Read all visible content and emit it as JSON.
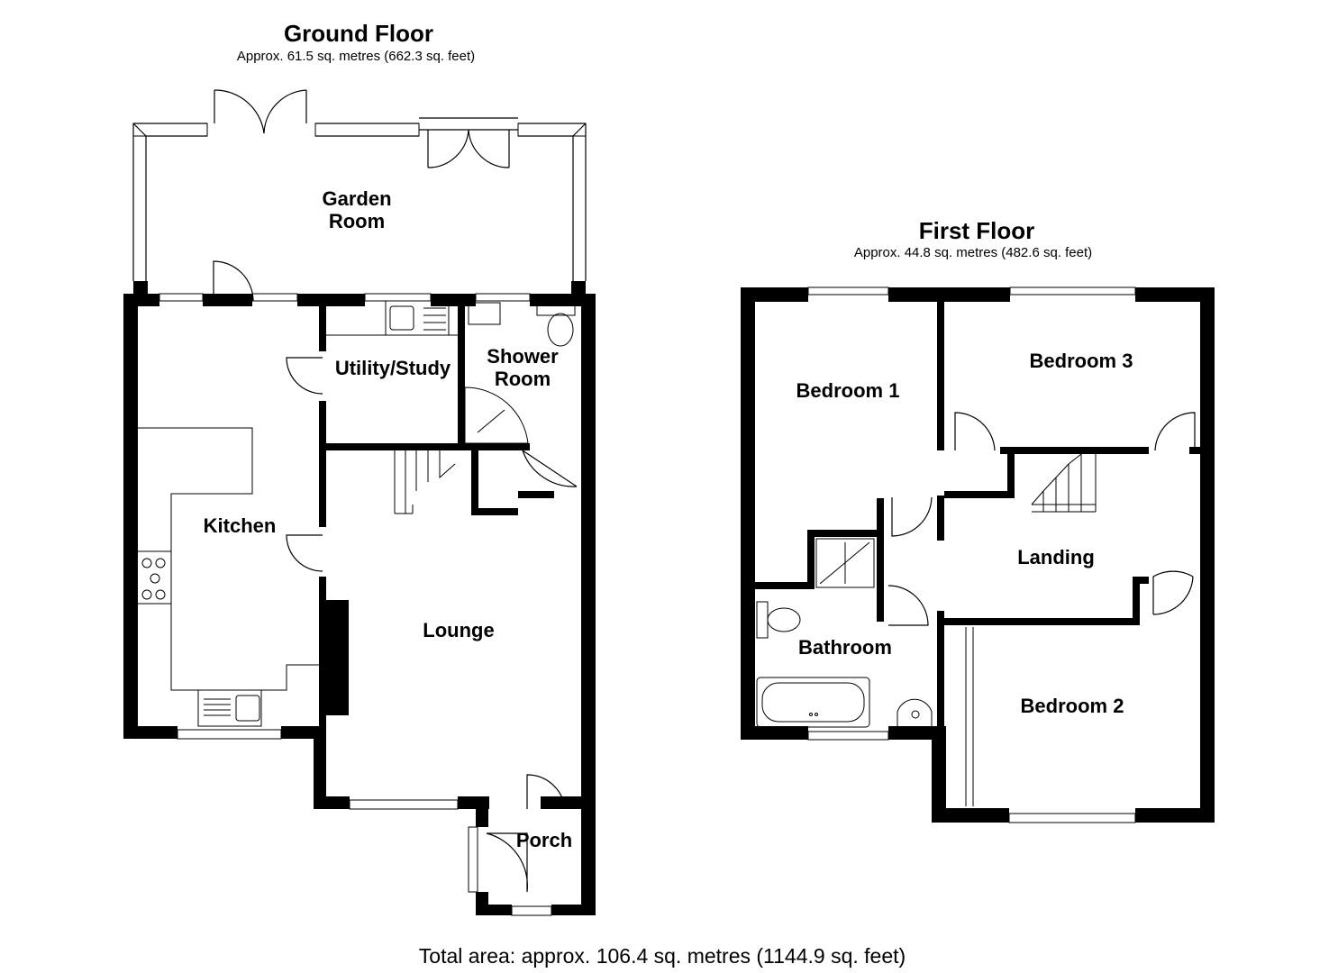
{
  "ground_floor": {
    "title": "Ground Floor",
    "area": "Approx. 61.5 sq. metres (662.3 sq. feet)",
    "rooms": {
      "garden_room_line1": "Garden",
      "garden_room_line2": "Room",
      "utility_study": "Utility/Study",
      "shower_room_line1": "Shower",
      "shower_room_line2": "Room",
      "kitchen": "Kitchen",
      "lounge": "Lounge",
      "porch": "Porch"
    }
  },
  "first_floor": {
    "title": "First Floor",
    "area": "Approx. 44.8 sq. metres (482.6 sq. feet)",
    "rooms": {
      "bedroom_1": "Bedroom 1",
      "bedroom_2": "Bedroom 2",
      "bedroom_3": "Bedroom 3",
      "landing": "Landing",
      "bathroom": "Bathroom"
    }
  },
  "total_area": "Total area: approx. 106.4 sq. metres (1144.9 sq. feet)"
}
